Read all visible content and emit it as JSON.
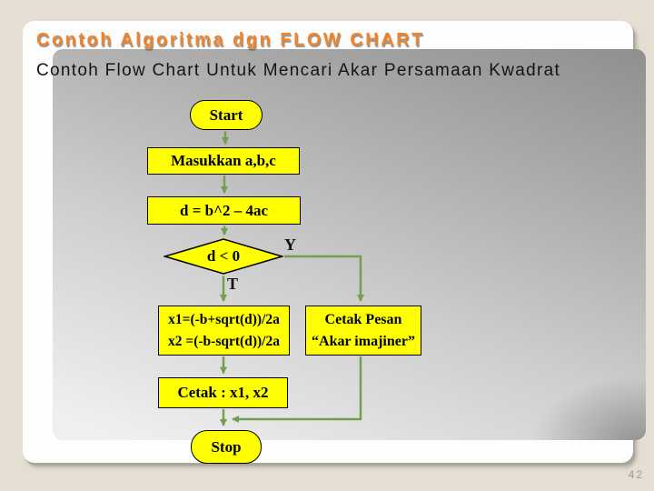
{
  "slide": {
    "title": "Contoh Algoritma dgn FLOW CHART",
    "subtitle": "Contoh Flow Chart Untuk Mencari Akar Persamaan Kwadrat",
    "page_number": "42"
  },
  "flowchart": {
    "start": "Start",
    "input": "Masukkan a,b,c",
    "process": "d = b^2 – 4ac",
    "decision": "d < 0",
    "label_yes": "Y",
    "label_no": "T",
    "roots_line1": "x1=(-b+sqrt(d))/2a",
    "roots_line2": "x2 =(-b-sqrt(d))/2a",
    "message_line1": "Cetak Pesan",
    "message_line2": "“Akar imajiner”",
    "output": "Cetak : x1, x2",
    "stop": "Stop"
  },
  "colors": {
    "title_accent": "#f0842c",
    "node_fill": "#ffff00",
    "node_border": "#000000",
    "connector_green": "#72a04f",
    "desktop_background": "#e5dfd3"
  }
}
